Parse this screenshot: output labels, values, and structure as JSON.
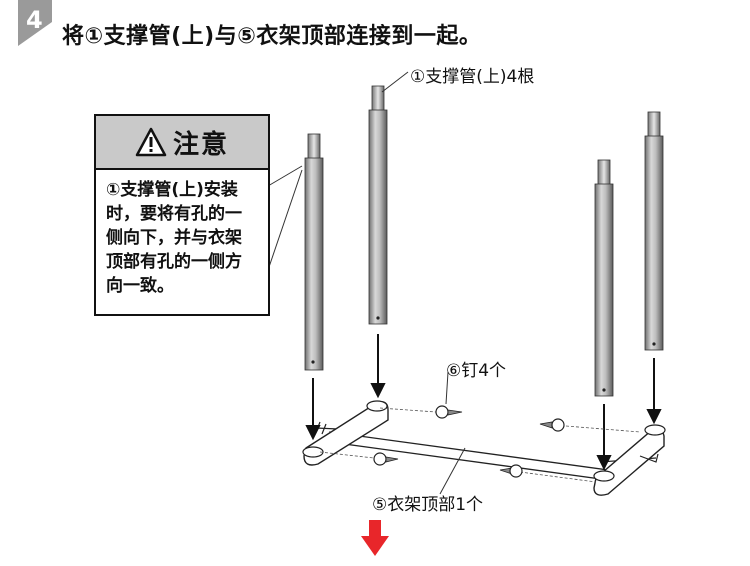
{
  "step": {
    "number": "4",
    "title": "将①支撑管(上)与⑤衣架顶部连接到一起。"
  },
  "note": {
    "title": "注意",
    "body": "①支撑管(上)安装时，要将有孔的一侧向下，并与衣架顶部有孔的一侧方向一致。"
  },
  "labels": {
    "upper_tube": "①支撑管(上)4根",
    "screws": "⑥钉4个",
    "hanger_top": "⑤衣架顶部1个"
  },
  "colors": {
    "badge": "#9a9a9a",
    "note_header": "#c9c9c9",
    "down_arrow": "#e8262a"
  },
  "icons": {
    "warning": "warning-triangle-icon",
    "next": "down-arrow-icon"
  }
}
